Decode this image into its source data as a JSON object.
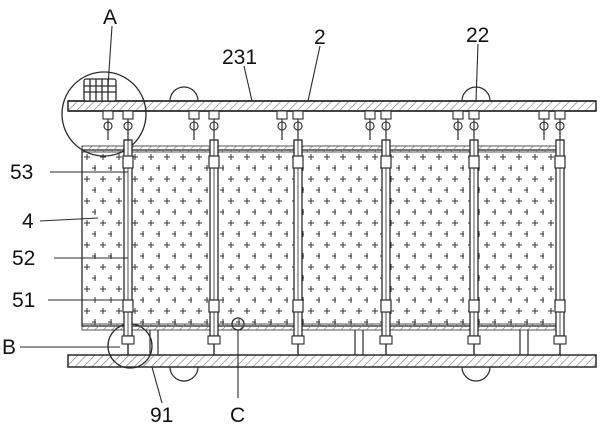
{
  "figure": {
    "labels": {
      "A": "A",
      "l231": "231",
      "l2": "2",
      "l22": "22",
      "l53": "53",
      "l4": "4",
      "l52": "52",
      "l51": "51",
      "B": "B",
      "l91": "91",
      "C": "C"
    },
    "colors": {
      "line": "#2a2a2a",
      "hatch": "#6a6a6a",
      "panel_fill": "#ffffff"
    },
    "dividers": 6,
    "frames": 5
  }
}
